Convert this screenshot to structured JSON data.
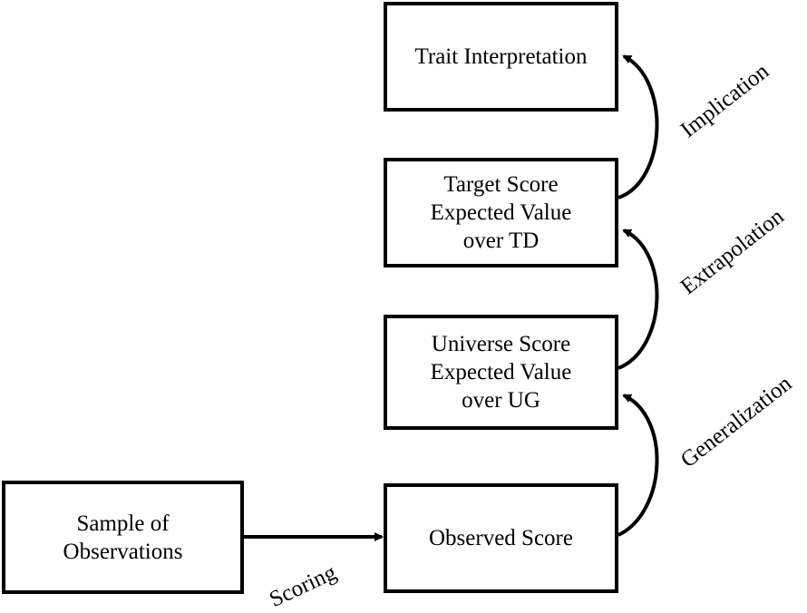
{
  "nodes": {
    "trait": {
      "lines": [
        "Trait Interpretation"
      ]
    },
    "target": {
      "lines": [
        "Target Score",
        "Expected Value",
        "over TD"
      ]
    },
    "universe": {
      "lines": [
        "Universe Score",
        "Expected Value",
        "over UG"
      ]
    },
    "observed": {
      "lines": [
        "Observed Score"
      ]
    },
    "sample": {
      "lines": [
        "Sample of",
        "Observations"
      ]
    }
  },
  "edges": {
    "implication": "Implication",
    "extrapolation": "Extrapolation",
    "generalization": "Generalization",
    "scoring": "Scoring"
  }
}
